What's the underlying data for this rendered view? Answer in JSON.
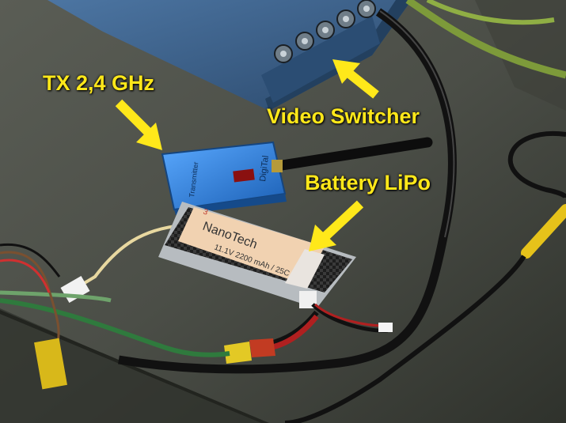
{
  "annotations": {
    "tx": "TX 2,4 GHz",
    "video_switcher": "Video Switcher",
    "battery": "Battery LiPo"
  },
  "battery_print": {
    "brand": "NanoTech",
    "spec": "11.1V 2200 mAh / 25C",
    "cells": "3"
  },
  "transmitter_print": {
    "brand": "DigiTal",
    "model": "Transmitter"
  },
  "colors": {
    "annotation": "#ffe81a",
    "switcher_body": "#3d5f86",
    "transmitter_body": "#2f7fd6",
    "battery_label": "#f2d2b4",
    "floor": "#4a4d45"
  }
}
